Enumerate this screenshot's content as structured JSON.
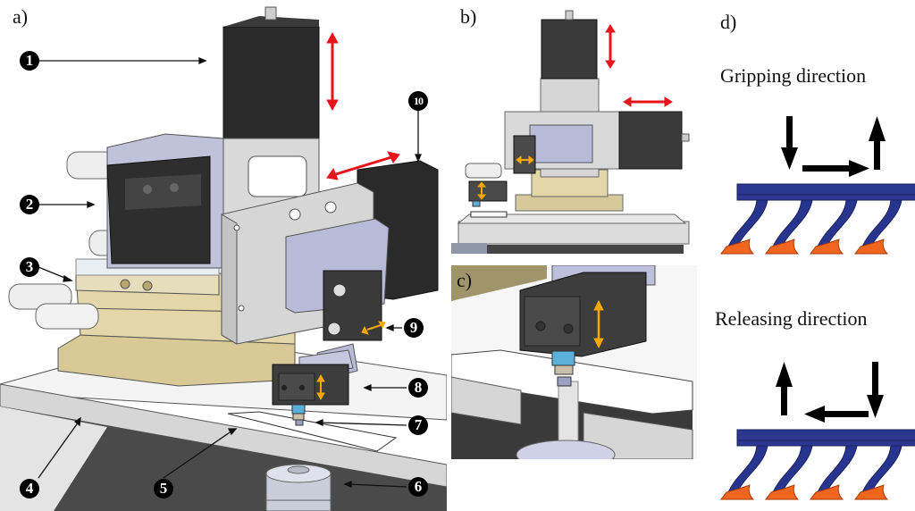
{
  "figure": {
    "panels": [
      {
        "id": "a",
        "label": "a)"
      },
      {
        "id": "b",
        "label": "b)"
      },
      {
        "id": "c",
        "label": "c)"
      },
      {
        "id": "d",
        "label": "d)"
      }
    ],
    "markers": [
      {
        "number": "1"
      },
      {
        "number": "2"
      },
      {
        "number": "3"
      },
      {
        "number": "4"
      },
      {
        "number": "5"
      },
      {
        "number": "6"
      },
      {
        "number": "7"
      },
      {
        "number": "8"
      },
      {
        "number": "9"
      },
      {
        "number": "10"
      }
    ],
    "gripper_diagram": {
      "gripping_caption": "Gripping direction",
      "releasing_caption": "Releasing direction",
      "gripping_sequence": [
        "down",
        "right",
        "up"
      ],
      "releasing_sequence": [
        "down",
        "left",
        "up"
      ],
      "fiber_count": 4
    },
    "colors": {
      "motion_arrow_primary": "#e8141c",
      "motion_arrow_secondary": "#f5a800",
      "gripper_body": "#28358f",
      "gripper_tip": "#f0661e",
      "motor_block": "#2b2b2b",
      "aluminum_frame": "#d4d4d4",
      "brass_stage": "#d9ca9a",
      "lavender_bracket": "#b6b9d6"
    }
  }
}
